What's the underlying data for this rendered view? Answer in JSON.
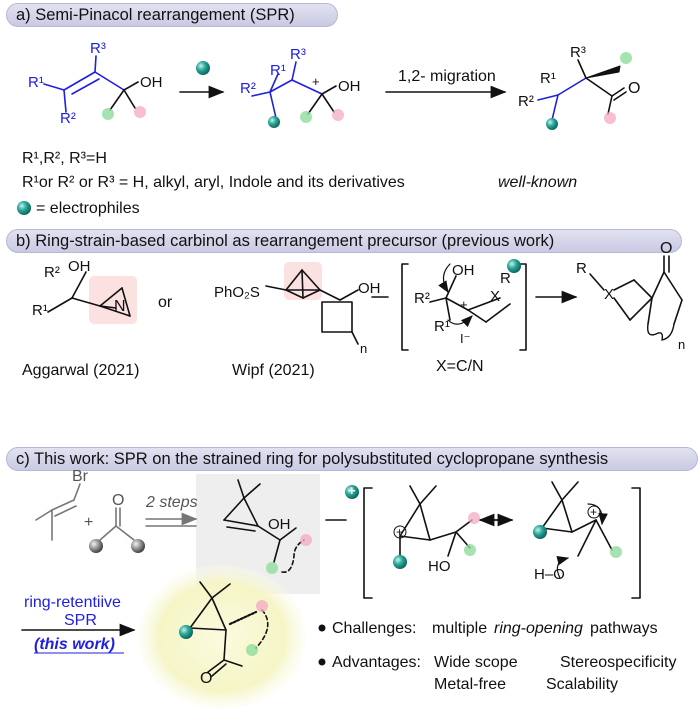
{
  "colors": {
    "teal": "#1c9c8e",
    "pink": "#f3a9c4",
    "green": "#8fdc9c",
    "blue": "#1f1fe0",
    "header_bg": "#d4d4ea",
    "grey_box": "#eeeeee",
    "glow": "#f6f6c8"
  },
  "section_a": {
    "header": "a) Semi-Pinacol rearrangement (SPR)",
    "arrow_label": "1,2- migration",
    "line1": "R¹,R², R³=H",
    "line2": "R¹or R² or R³ = H, alkyl, aryl, Indole and its derivatives",
    "line2_tail": "well-known",
    "line3": "= electrophiles",
    "labels": {
      "r1": "R¹",
      "r2": "R²",
      "r3": "R³",
      "oh": "OH",
      "o": "O",
      "plus": "+"
    }
  },
  "section_b": {
    "header": "b) Ring-strain-based carbinol as rearrangement precursor (previous work)",
    "or": "or",
    "aggarwal": "Aggarwal (2021)",
    "wipf": "Wipf (2021)",
    "xcn": "X=C/N",
    "labels": {
      "r2": "R²",
      "r1": "R¹",
      "oh": "OH",
      "n": "N",
      "pho2s": "PhO₂S",
      "sub_n": "n",
      "x": "X",
      "r": "R",
      "iodide": "I⁻",
      "plus": "+",
      "o": "O"
    }
  },
  "section_c": {
    "header": "c) This work: SPR on the strained ring for polysubstituted cyclopropane synthesis",
    "br": "Br",
    "two_steps": "2 steps",
    "ring_retentive": "ring-retentiive",
    "spr": "SPR",
    "this_work": "(this work)",
    "challenges_label": "Challenges:",
    "challenges_text": "multiple",
    "challenges_italic": "ring-opening",
    "challenges_tail": "pathways",
    "advantages_label": "Advantages:",
    "adv1": "Wide scope",
    "adv2": "Stereospecificity",
    "adv3": "Metal-free",
    "adv4": "Scalability",
    "labels": {
      "oh": "OH",
      "o": "O",
      "ho": "HO",
      "h_o": "H–O",
      "plus": "+"
    }
  }
}
